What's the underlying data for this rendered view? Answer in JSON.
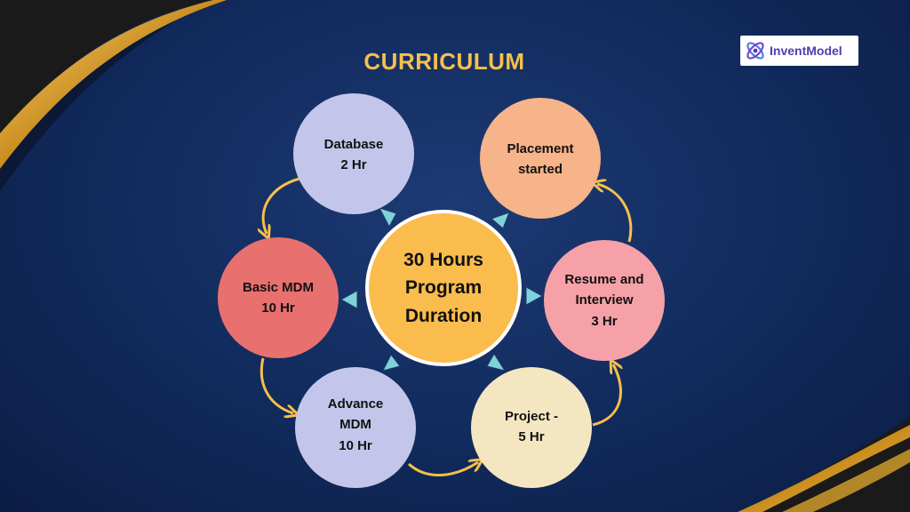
{
  "title": "CURRICULUM",
  "logo": {
    "text": "InventModel",
    "icon": "atom-logo-icon"
  },
  "center": {
    "label": "30 Hours\nProgram\nDuration",
    "color": "#fbbc4e"
  },
  "nodes": [
    {
      "id": "database",
      "label": "Database\n2 Hr",
      "color": "#c3c6ea"
    },
    {
      "id": "placement",
      "label": "Placement\nstarted",
      "color": "#f7b389"
    },
    {
      "id": "resume",
      "label": "Resume and\nInterview\n3 Hr",
      "color": "#f5a1a7"
    },
    {
      "id": "project",
      "label": "Project -\n5 Hr",
      "color": "#f5e6c2"
    },
    {
      "id": "advance-mdm",
      "label": "Advance\nMDM\n10 Hr",
      "color": "#c3c6ea"
    },
    {
      "id": "basic-mdm",
      "label": "Basic MDM\n10 Hr",
      "color": "#e8706f"
    }
  ],
  "colors": {
    "arrow_inner": "#7fd3d8",
    "arrow_outer": "#f6c04a",
    "title": "#f6c04a",
    "gold_accent": "#d9a22a"
  }
}
